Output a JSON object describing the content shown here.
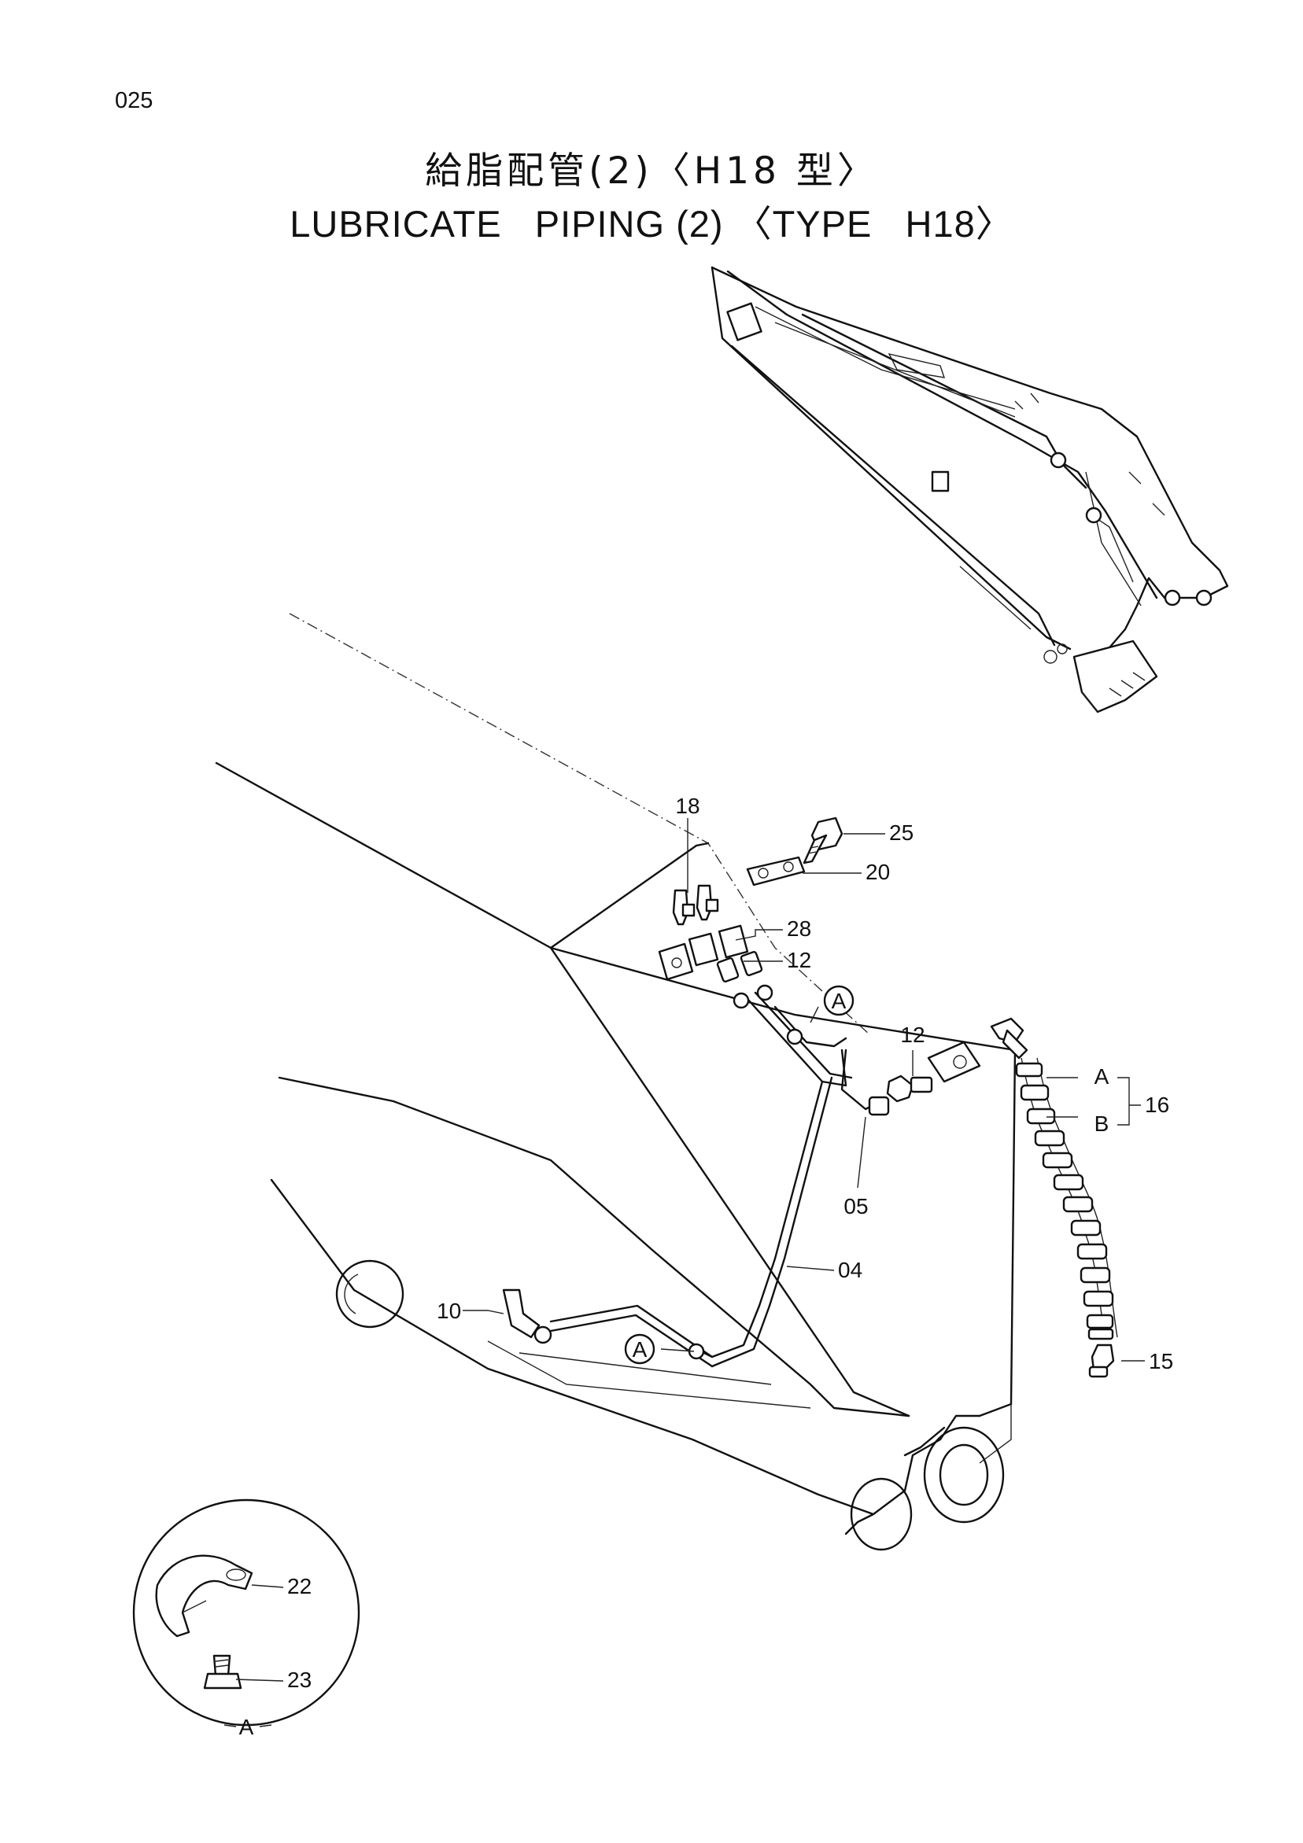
{
  "page_number": "025",
  "title_jp": "給脂配管(2)〈H18 型〉",
  "title_en": "LUBRICATE   PIPING (2) 〈TYPE   H18〉",
  "callouts": {
    "p18": "18",
    "p25": "25",
    "p20": "20",
    "p28": "28",
    "p12a": "12",
    "p12b": "12",
    "p16": "16",
    "p16a": "A",
    "p16b": "B",
    "p05": "05",
    "p04": "04",
    "p10": "10",
    "p15": "15",
    "p22": "22",
    "p23": "23"
  },
  "view_refs": {
    "ref_a1": "A",
    "ref_a2": "A",
    "detail_a": "A"
  }
}
